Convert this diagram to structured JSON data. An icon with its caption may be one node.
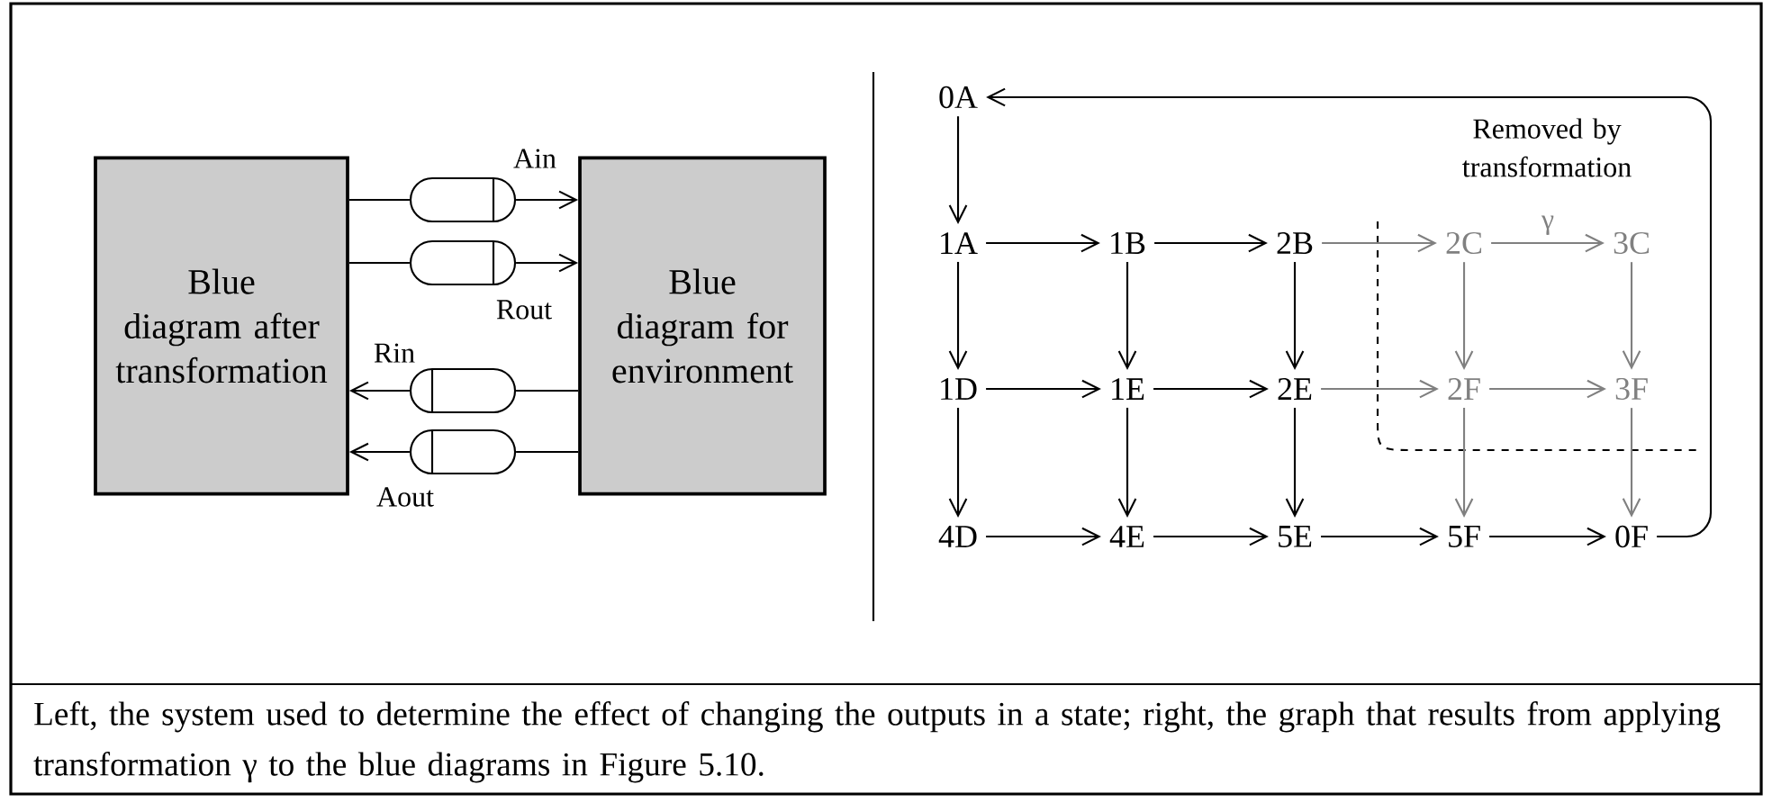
{
  "diagram": {
    "caption": "Left, the system used to determine the effect of changing the outputs in a state; right, the graph that results from applying transformation γ to the blue diagrams in Figure 5.10.",
    "nodes": [
      {
        "text": [
          "Blue diagram after transformation"
        ]
      },
      {
        "text": [
          "Blue diagram for environment"
        ]
      },
      {
        "text": [],
        "shape": "capsule",
        "beside": [
          "Ain"
        ]
      },
      {
        "text": [],
        "shape": "capsule",
        "beside": [
          "Rout"
        ]
      },
      {
        "text": [],
        "shape": "capsule",
        "beside": [
          "Rin"
        ]
      },
      {
        "text": [],
        "shape": "capsule",
        "beside": [
          "Aout"
        ]
      },
      {
        "text": [
          "0A"
        ]
      },
      {
        "text": [
          "1A"
        ]
      },
      {
        "text": [
          "1B"
        ]
      },
      {
        "text": [
          "2B"
        ]
      },
      {
        "text": [
          "2C"
        ]
      },
      {
        "text": [
          "3C"
        ]
      },
      {
        "text": [
          "1D"
        ]
      },
      {
        "text": [
          "1E"
        ]
      },
      {
        "text": [
          "2E"
        ]
      },
      {
        "text": [
          "2F"
        ]
      },
      {
        "text": [
          "3F"
        ]
      },
      {
        "text": [
          "4D"
        ]
      },
      {
        "text": [
          "4E"
        ]
      },
      {
        "text": [
          "5E"
        ]
      },
      {
        "text": [
          "5F"
        ]
      },
      {
        "text": [
          "0F"
        ]
      }
    ],
    "edges": [
      {
        "from": 0,
        "to": 2,
        "arrow": "none"
      },
      {
        "from": 2,
        "to": 1,
        "arrow": "to"
      },
      {
        "from": 0,
        "to": 3,
        "arrow": "none"
      },
      {
        "from": 3,
        "to": 1,
        "arrow": "to"
      },
      {
        "from": 1,
        "to": 4,
        "arrow": "none"
      },
      {
        "from": 4,
        "to": 0,
        "arrow": "to"
      },
      {
        "from": 1,
        "to": 5,
        "arrow": "none"
      },
      {
        "from": 5,
        "to": 0,
        "arrow": "to"
      },
      {
        "from": 6,
        "to": 7,
        "arrow": "to"
      },
      {
        "from": 7,
        "to": 8,
        "arrow": "to"
      },
      {
        "from": 8,
        "to": 9,
        "arrow": "to"
      },
      {
        "from": 9,
        "to": 10,
        "arrow": "to",
        "color": "#808080"
      },
      {
        "from": 10,
        "to": 11,
        "arrow": "to",
        "color": "#808080",
        "label": "γ"
      },
      {
        "from": 7,
        "to": 12,
        "arrow": "to"
      },
      {
        "from": 8,
        "to": 13,
        "arrow": "to"
      },
      {
        "from": 9,
        "to": 14,
        "arrow": "to"
      },
      {
        "from": 10,
        "to": 15,
        "arrow": "to",
        "color": "#808080"
      },
      {
        "from": 11,
        "to": 16,
        "arrow": "to",
        "color": "#808080"
      },
      {
        "from": 12,
        "to": 13,
        "arrow": "to"
      },
      {
        "from": 13,
        "to": 14,
        "arrow": "to"
      },
      {
        "from": 14,
        "to": 15,
        "arrow": "to",
        "color": "#808080"
      },
      {
        "from": 15,
        "to": 16,
        "arrow": "to",
        "color": "#808080"
      },
      {
        "from": 12,
        "to": 17,
        "arrow": "to"
      },
      {
        "from": 13,
        "to": 18,
        "arrow": "to"
      },
      {
        "from": 14,
        "to": 19,
        "arrow": "to"
      },
      {
        "from": 15,
        "to": 20,
        "arrow": "to",
        "color": "#808080"
      },
      {
        "from": 16,
        "to": 21,
        "arrow": "to",
        "color": "#808080"
      },
      {
        "from": 17,
        "to": 18,
        "arrow": "to"
      },
      {
        "from": 18,
        "to": 19,
        "arrow": "to"
      },
      {
        "from": 19,
        "to": 20,
        "arrow": "to"
      },
      {
        "from": 20,
        "to": 21,
        "arrow": "to"
      },
      {
        "from": 21,
        "to": 6,
        "arrow": "to"
      }
    ],
    "labels": [
      "Removed by transformation"
    ]
  }
}
